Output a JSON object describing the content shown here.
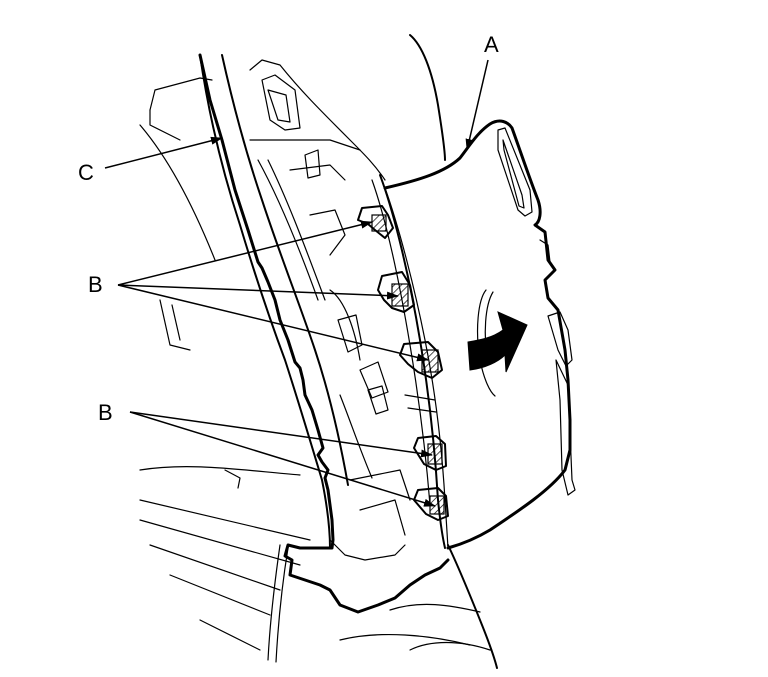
{
  "labels": {
    "a": "A",
    "b1": "B",
    "b2": "B",
    "c": "C"
  },
  "colors": {
    "line": "#000000",
    "background": "#ffffff",
    "arrow_fill": "#000000"
  }
}
